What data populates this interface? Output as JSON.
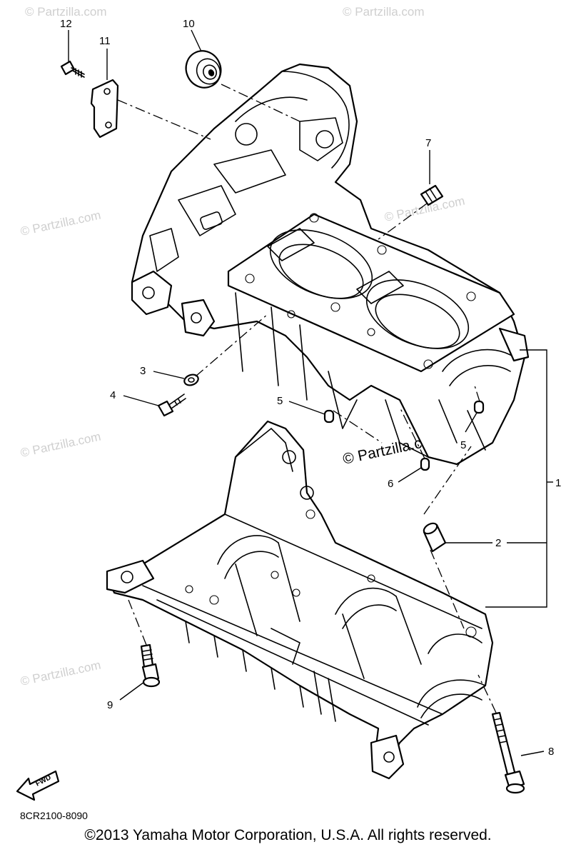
{
  "callouts": {
    "c1": "1",
    "c2": "2",
    "c3": "3",
    "c4": "4",
    "c5a": "5",
    "c5b": "5",
    "c6": "6",
    "c7": "7",
    "c8": "8",
    "c9": "9",
    "c10": "10",
    "c11": "11",
    "c12": "12"
  },
  "watermark": {
    "tiled": "© Partzilla.com",
    "center": "© Partzilla.com"
  },
  "fwd_label": "FWD",
  "diagram_code": "8CR2100-8090",
  "copyright": "©2013  Yamaha Motor Corporation, U.S.A. All rights reserved."
}
